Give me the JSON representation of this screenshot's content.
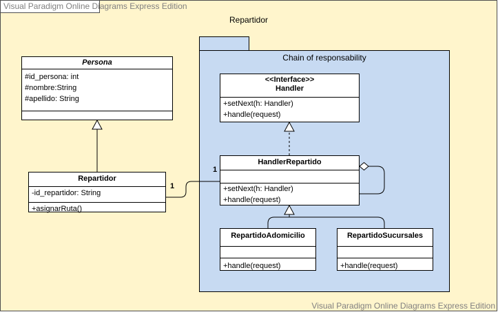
{
  "frame": {
    "tab_label": "Visual Paradigm Online Diagrams Express Edition",
    "title": "Repartidor",
    "watermark": "Visual Paradigm Online Diagrams Express Edition"
  },
  "package": {
    "title": "Chain of responsability"
  },
  "classes": {
    "persona": {
      "name": "Persona",
      "attributes": [
        "#id_persona: int",
        "#nombre:String",
        "#apellido: String"
      ],
      "operations": []
    },
    "repartidor": {
      "name": "Repartidor",
      "attributes": [
        "-id_repartidor: String"
      ],
      "operations": [
        "+asignarRuta()"
      ]
    },
    "handler": {
      "stereotype": "<<Interface>>",
      "name": "Handler",
      "operations": [
        "+setNext(h: Handler)",
        "+handle(request)"
      ]
    },
    "handler_repartido": {
      "name": "HandlerRepartido",
      "attributes": [],
      "operations": [
        "+setNext(h: Handler)",
        "+handle(request)"
      ]
    },
    "repartido_adomicilio": {
      "name": "RepartidoAdomicilio",
      "attributes": [],
      "operations": [
        "+handle(request)"
      ]
    },
    "repartido_sucursales": {
      "name": "RepartidoSucursales",
      "attributes": [],
      "operations": [
        "+handle(request)"
      ]
    }
  },
  "associations": {
    "repartidor_end": "1",
    "handler_end": "1"
  },
  "colors": {
    "frame_fill": "#fff5cc",
    "package_fill": "#c7daf2",
    "class_fill": "#ffffff"
  }
}
